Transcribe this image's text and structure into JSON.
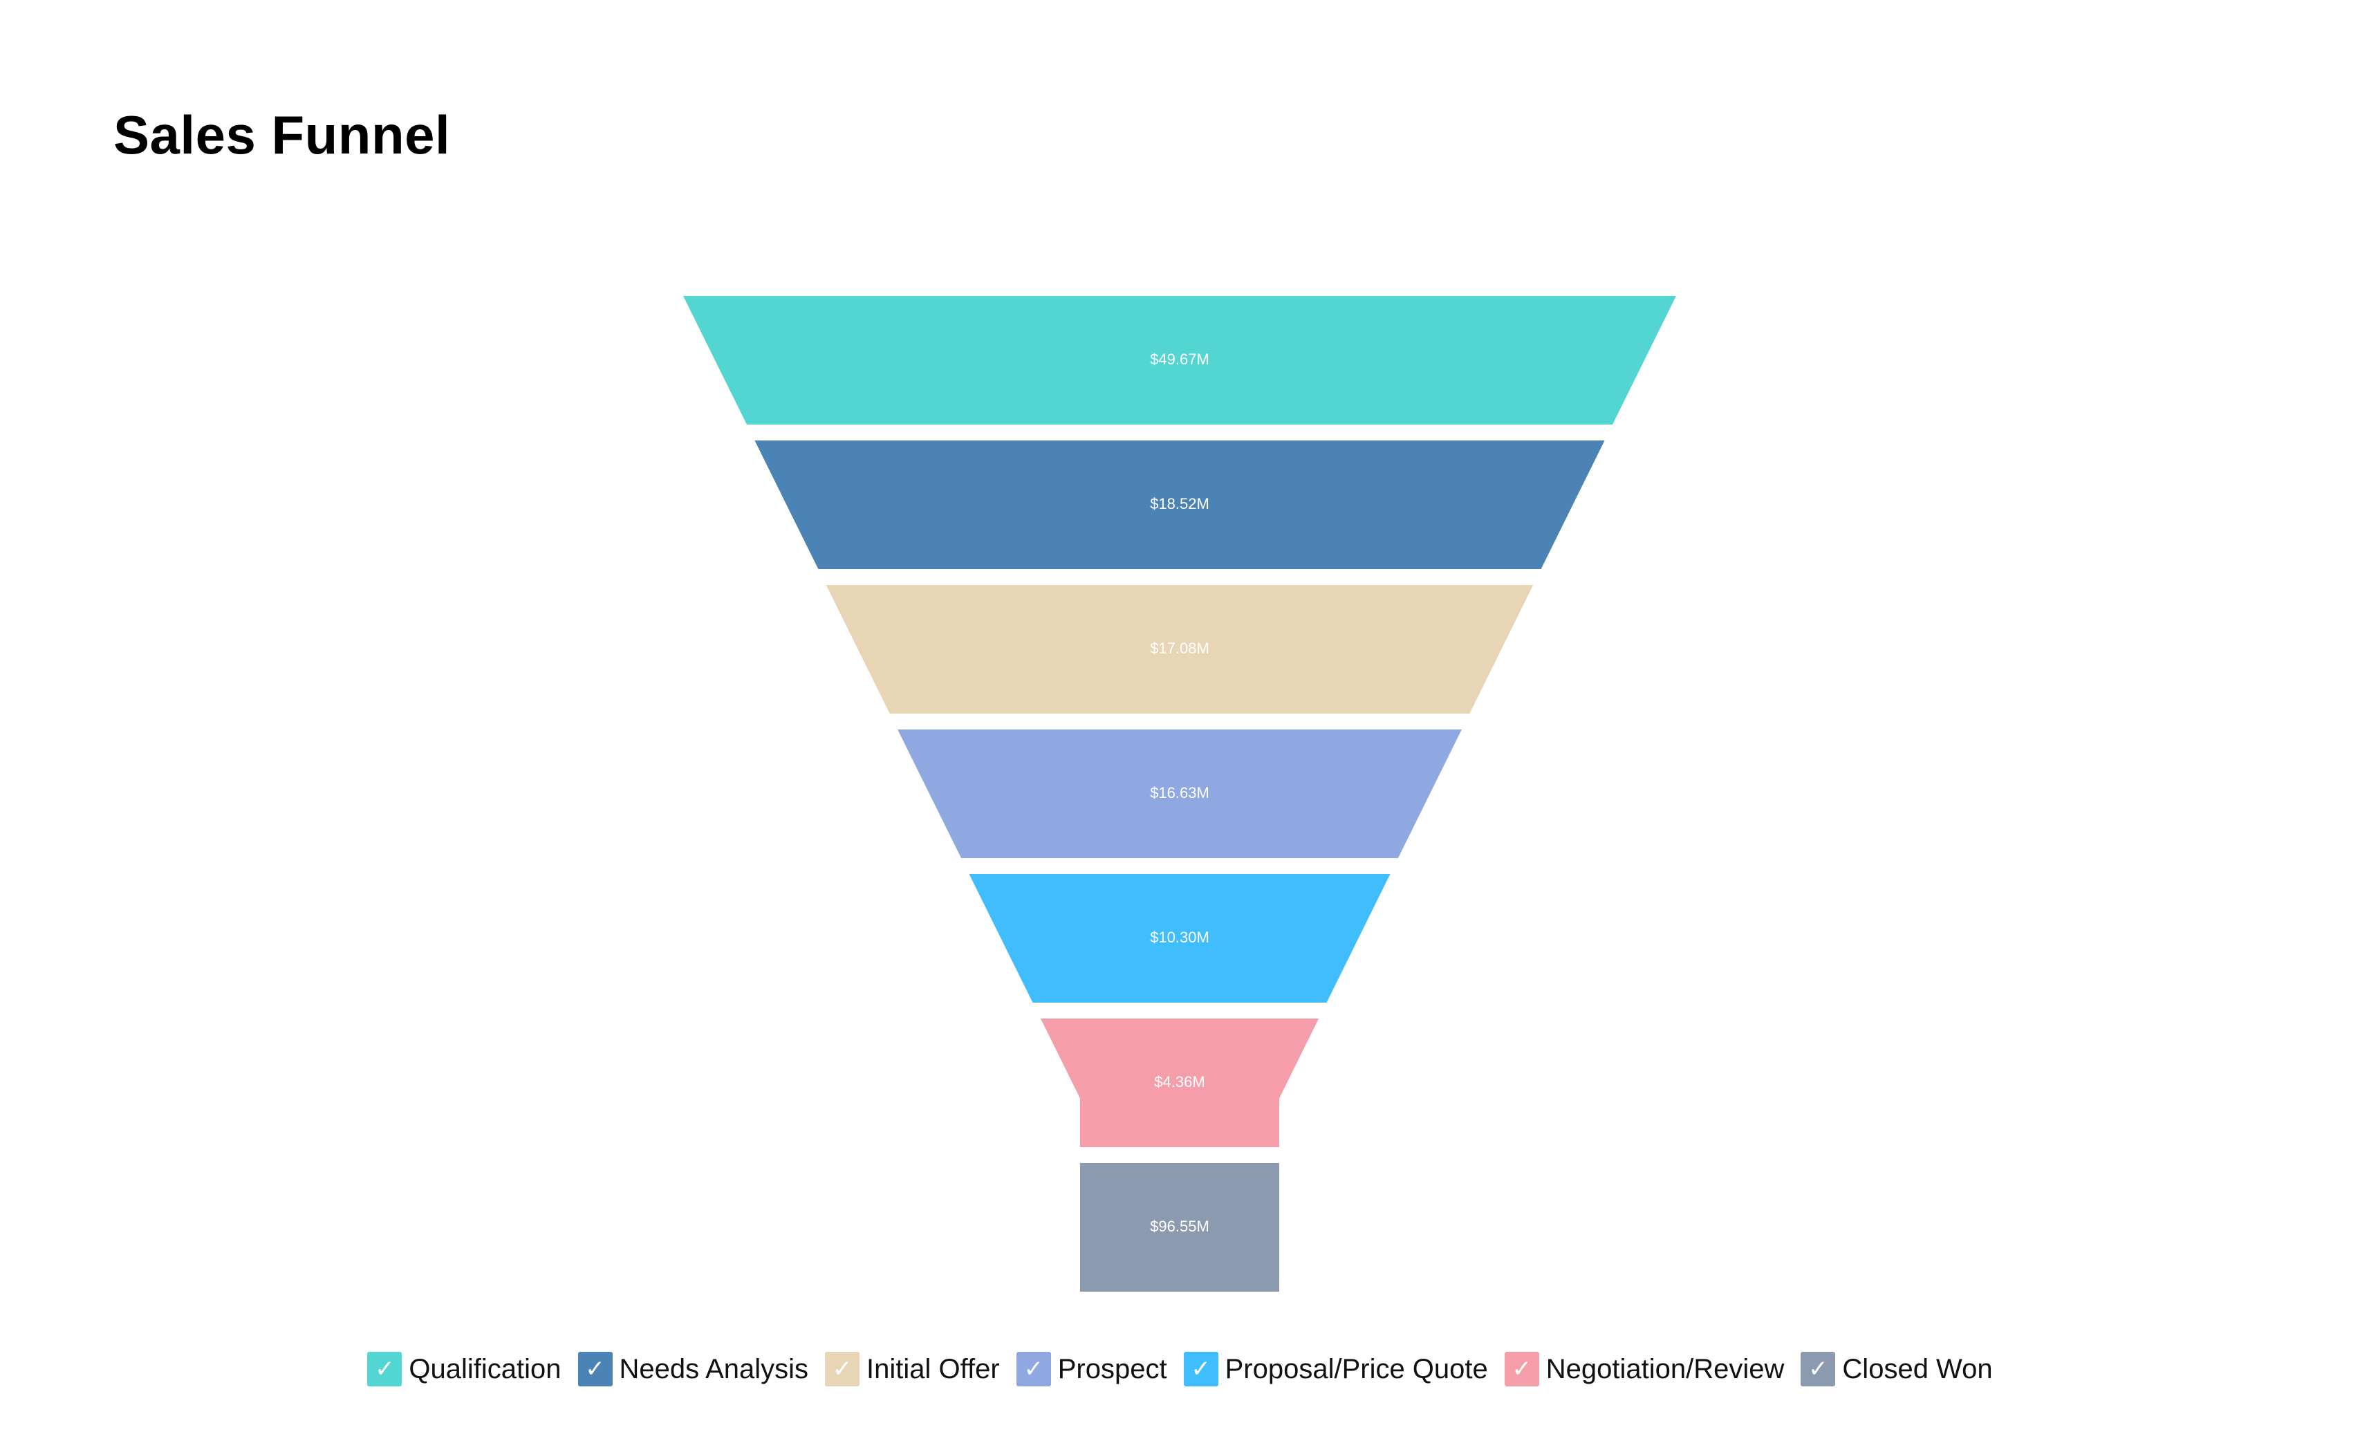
{
  "chart_data": {
    "type": "funnel",
    "title": "Sales Funnel",
    "series": [
      {
        "name": "Qualification",
        "value": 49.67,
        "label": "$49.67M",
        "color": "#53d5d2"
      },
      {
        "name": "Needs Analysis",
        "value": 18.52,
        "label": "$18.52M",
        "color": "#4c83b5"
      },
      {
        "name": "Initial Offer",
        "value": 17.08,
        "label": "$17.08M",
        "color": "#e8d5b5"
      },
      {
        "name": "Prospect",
        "value": 16.63,
        "label": "$16.63M",
        "color": "#8fa8e2"
      },
      {
        "name": "Proposal/Price Quote",
        "value": 10.3,
        "label": "$10.30M",
        "color": "#40bdfc"
      },
      {
        "name": "Negotiation/Review",
        "value": 4.36,
        "label": "$4.36M",
        "color": "#f59ea9"
      },
      {
        "name": "Closed Won",
        "value": 96.55,
        "label": "$96.55M",
        "color": "#8c9ab0"
      }
    ],
    "legend": {
      "position": "bottom",
      "check_glyph": "✓"
    }
  }
}
